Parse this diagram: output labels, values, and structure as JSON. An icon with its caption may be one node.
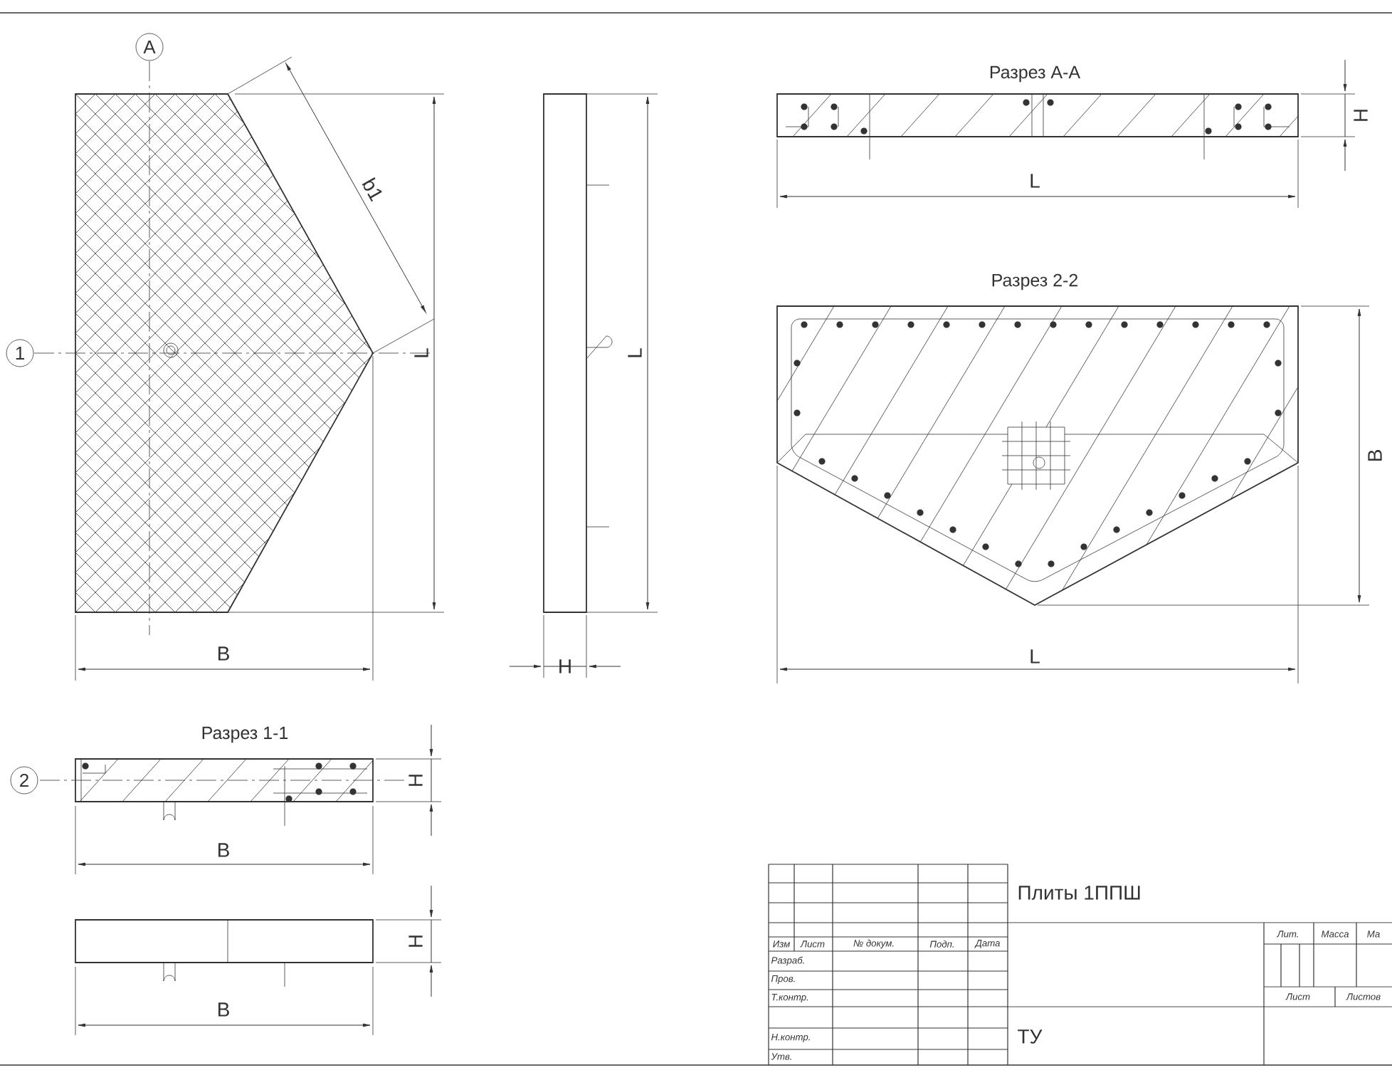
{
  "diagram": {
    "nodes": [
      {
        "text": [
          "А"
        ]
      },
      {
        "text": [
          "1"
        ]
      },
      {
        "text": [
          "2"
        ]
      }
    ],
    "labels": [
      "b1",
      "L",
      "B",
      "L",
      "H",
      "Разрез А-А",
      "H",
      "L",
      "Разрез 2-2",
      "B",
      "L",
      "Разрез 1-1",
      "H",
      "B",
      "H",
      "B",
      "Плиты 1ППШ",
      "Лит.",
      "Масса",
      "Ма",
      "Изм",
      "Лист",
      "№ докум.",
      "Подп.",
      "Дата",
      "Разраб.",
      "Пров.",
      "Т.контр.",
      "Лист",
      "Листов",
      "Н.контр.",
      "ТУ",
      "Утв."
    ]
  }
}
